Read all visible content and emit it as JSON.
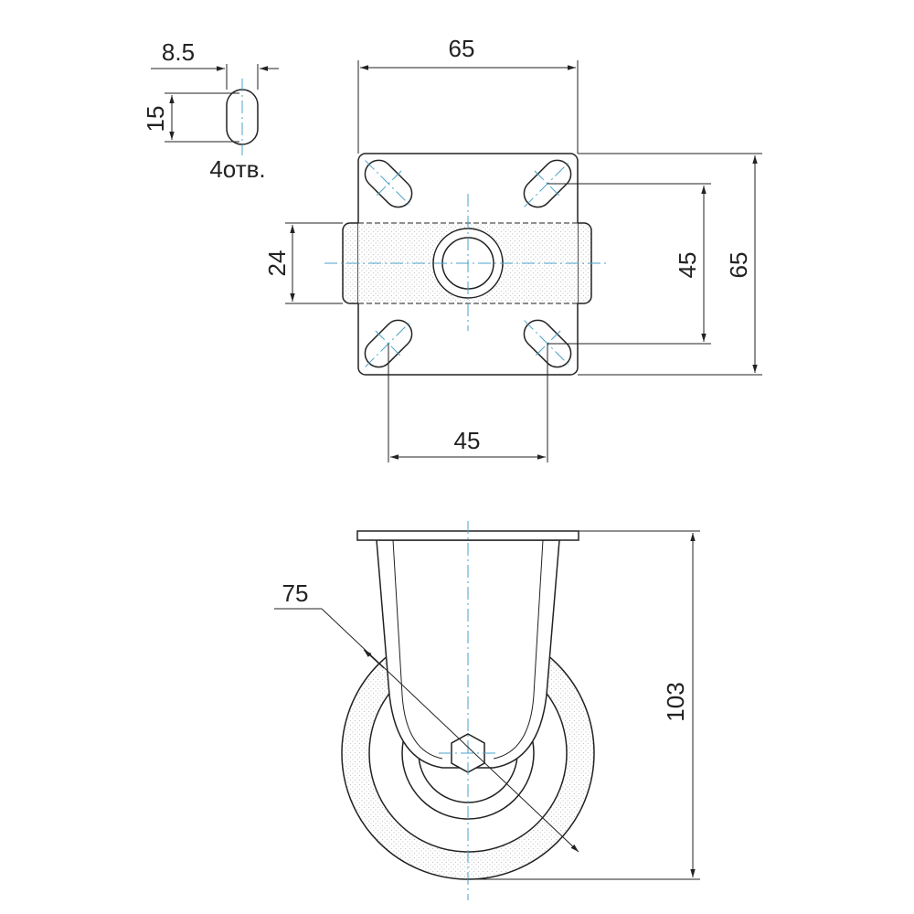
{
  "dimensions": {
    "slot_width": "8.5",
    "slot_height": "15",
    "holes_note": "4отв.",
    "plate_width": "65",
    "plate_height": "65",
    "hole_spacing_vertical": "45",
    "hole_spacing_horizontal": "45",
    "stem_width": "24",
    "wheel_diameter": "75",
    "total_height": "103"
  },
  "colors": {
    "line": "#222222",
    "centerline": "#4aa3c8",
    "tread_stipple": "#bbbbbb"
  }
}
